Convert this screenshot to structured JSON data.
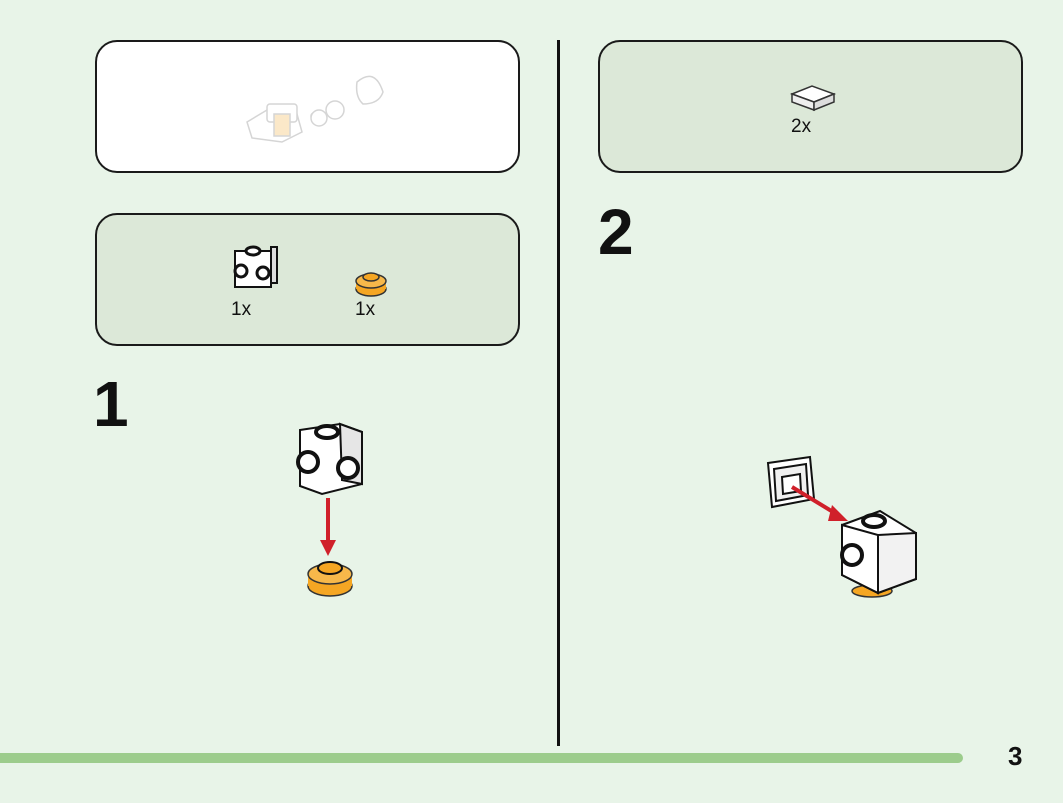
{
  "step1": {
    "number": "1",
    "parts": [
      {
        "icon": "white-brick-with-studs-icon",
        "qty": "1x"
      },
      {
        "icon": "orange-round-plate-icon",
        "qty": "1x"
      }
    ]
  },
  "step2": {
    "number": "2",
    "parts": [
      {
        "icon": "white-tile-icon",
        "qty": "2x"
      }
    ]
  },
  "page": {
    "number": "3",
    "progress": 0.905
  },
  "colors": {
    "background": "#e8f4e8",
    "panel_green": "#dce8d8",
    "orange": "#f5a623",
    "arrow_red": "#d0202a",
    "progress": "#9ccc8c"
  }
}
